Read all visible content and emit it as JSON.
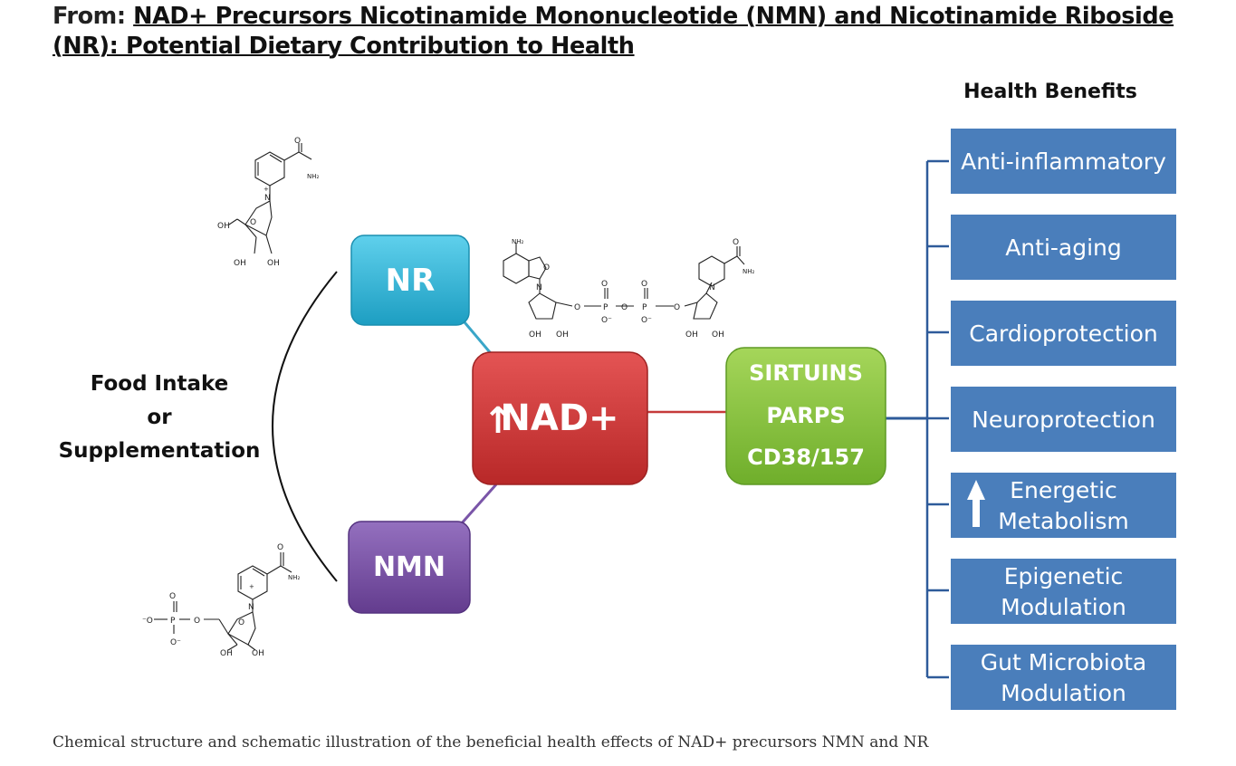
{
  "heading": {
    "prefix": "From: ",
    "article_title": "NAD+ Precursors Nicotinamide Mononucleotide (NMN) and Nicotinamide Riboside (NR): Potential Dietary Contribution to Health"
  },
  "diagram": {
    "food_intake": [
      "Food Intake",
      "or",
      "Supplementation"
    ],
    "nr_label": "NR",
    "nmn_label": "NMN",
    "nad_label": "NAD+",
    "nad_arrow": "↑",
    "enzymes": [
      "SIRTUINS",
      "PARPS",
      "CD38/157"
    ],
    "benefits_title": "Health Benefits",
    "benefits": [
      [
        "Anti-inflammatory"
      ],
      [
        "Anti-aging"
      ],
      [
        "Cardioprotection"
      ],
      [
        "Neuroprotection"
      ],
      [
        "Energetic",
        "Metabolism"
      ],
      [
        "Epigenetic",
        "Modulation"
      ],
      [
        "Gut Microbiota",
        "Modulation"
      ]
    ],
    "benefit_arrow_index": 4,
    "chem_labels": {
      "nh2": "NH₂",
      "oh": "OH",
      "o": "O",
      "n": "N",
      "p": "P",
      "o_minus": "O⁻",
      "minus_o": "⁻O",
      "plus": "+"
    },
    "colors": {
      "nr": "#2fb7d6",
      "nmn": "#7b4fa6",
      "nad": "#d63b3b",
      "enzymes": "#8cc63f",
      "benefit": "#4a7ebb",
      "bracket": "#2e5b9a",
      "nr_link": "#3aa6c8",
      "nmn_link": "#7a55a8",
      "nad_link": "#c53b3b"
    }
  },
  "caption": "Chemical structure and schematic illustration of the beneficial health effects of NAD+ precursors NMN and NR"
}
